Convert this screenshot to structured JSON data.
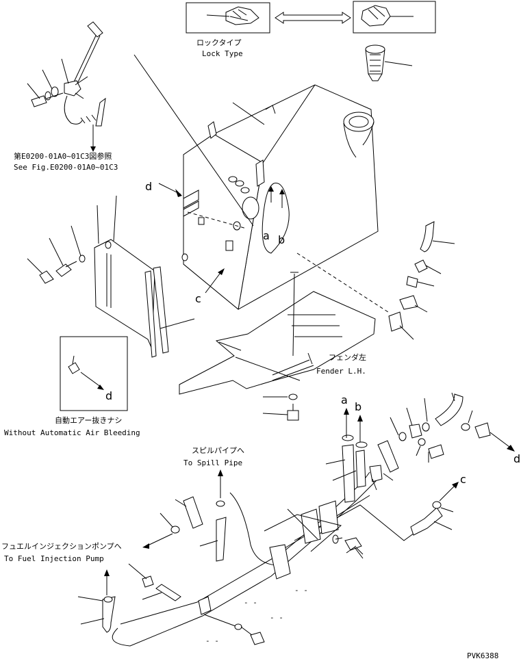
{
  "lock_type": {
    "jp": "ロックタイプ",
    "en": "Lock Type"
  },
  "see_fig": {
    "jp": "第E0200-01A0~01C3図参照",
    "en": "See Fig.E0200-01A0~01C3"
  },
  "fender": {
    "jp": "フェンダ左",
    "en": "Fender L.H."
  },
  "no_air_bleed": {
    "jp": "自動エアー抜きナシ",
    "en": "Without Automatic Air Bleeding"
  },
  "spill_pipe": {
    "jp": "スピルパイプへ",
    "en": "To Spill Pipe"
  },
  "fuel_pump": {
    "jp": "フュエルインジェクションポンプへ",
    "en": "To Fuel Injection Pump"
  },
  "markers": {
    "a_tank": "a",
    "b_tank": "b",
    "c_left": "c",
    "d_left": "d",
    "d_inset": "d",
    "a_lower": "a",
    "b_lower": "b",
    "c_right": "c",
    "d_right": "d"
  },
  "dashes": {
    "d1": "- -",
    "d2": "- -",
    "d3": "- -",
    "d4": "- -"
  },
  "code": "PVK6388"
}
